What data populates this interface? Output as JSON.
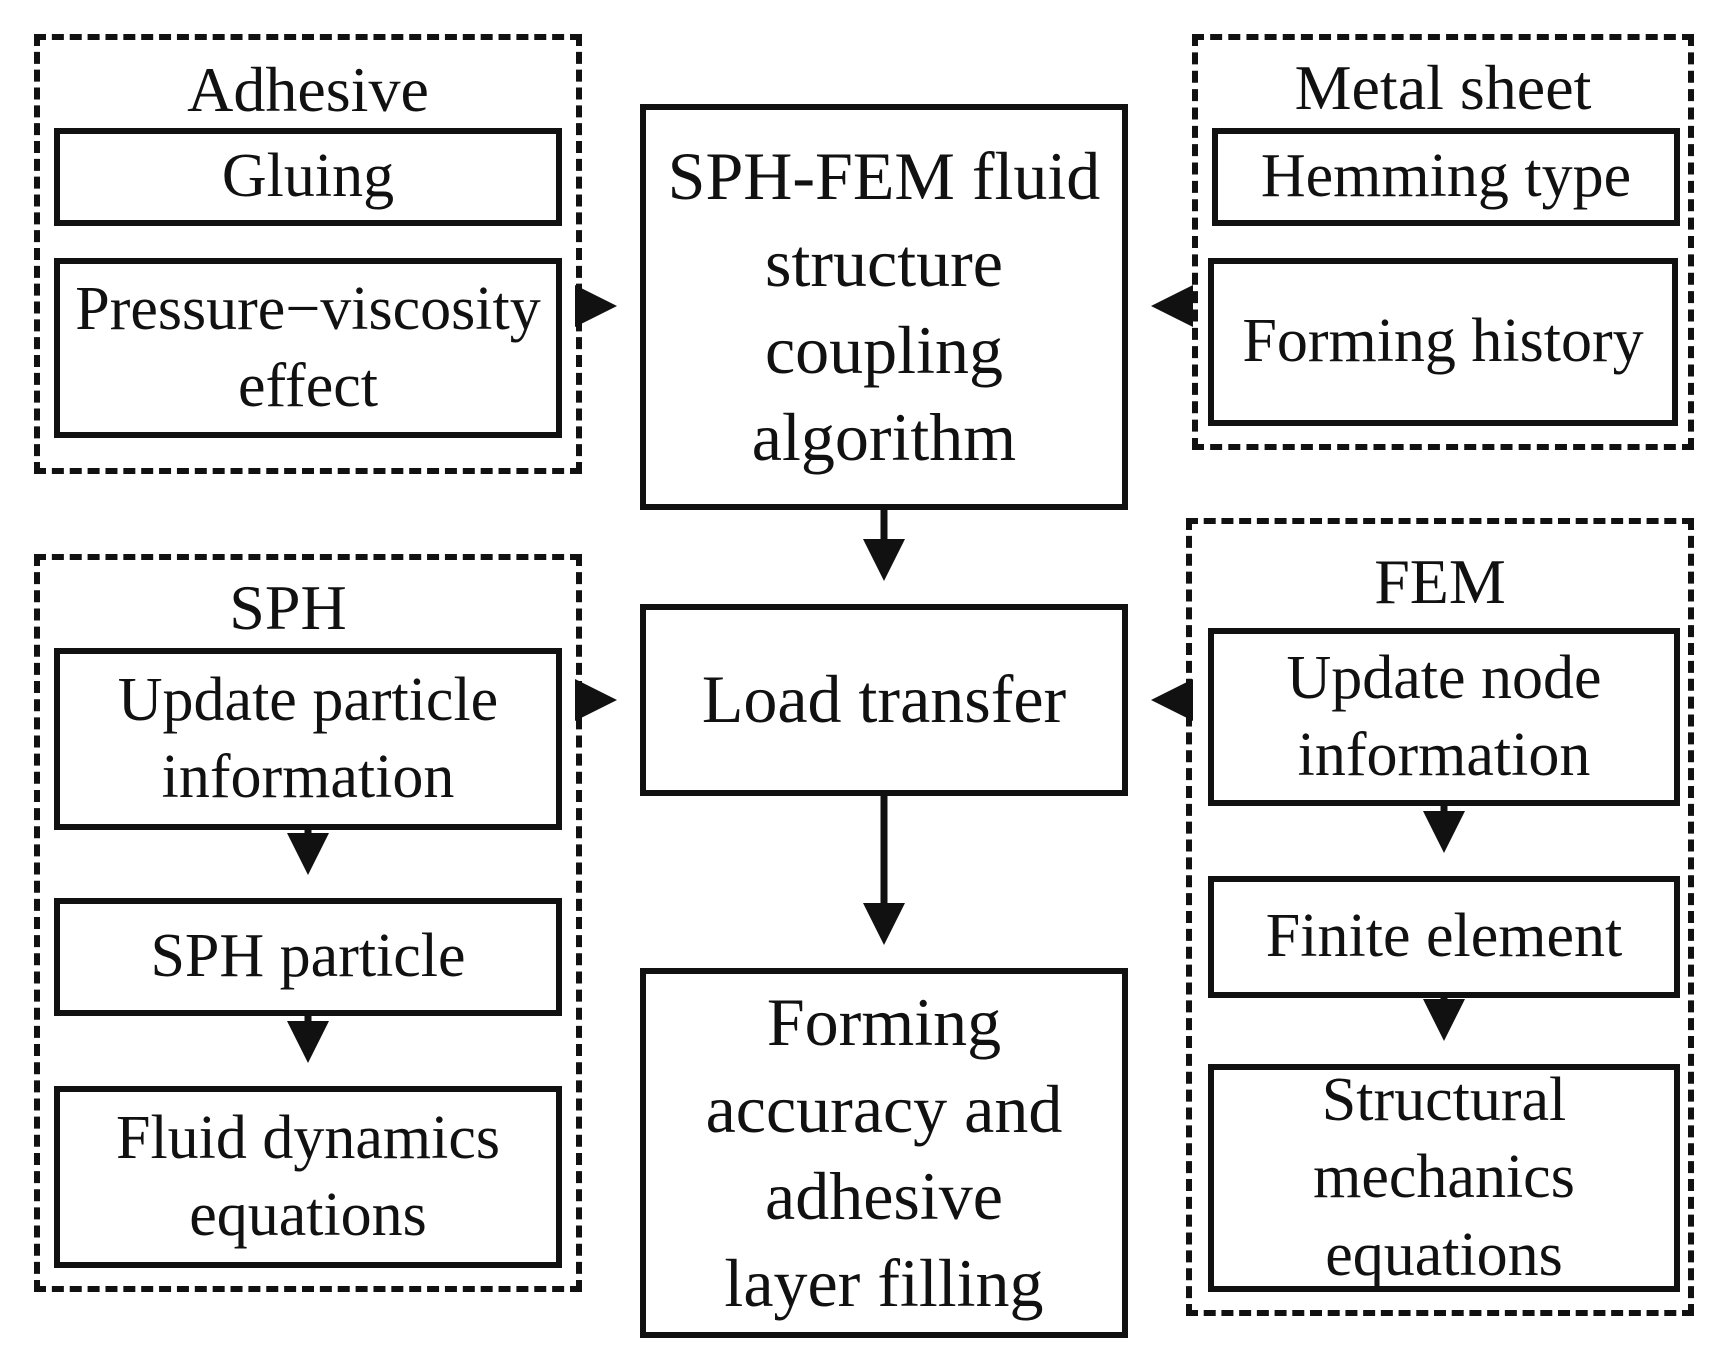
{
  "groups": {
    "adhesive": {
      "title": "Adhesive"
    },
    "metal_sheet": {
      "title": "Metal sheet"
    },
    "sph": {
      "title": "SPH"
    },
    "fem": {
      "title": "FEM"
    }
  },
  "boxes": {
    "gluing": "Gluing",
    "pressure_viscosity": "Pressure−viscosity\neffect",
    "coupling_algorithm": "SPH-FEM fluid\nstructure\ncoupling\nalgorithm",
    "hemming_type": "Hemming type",
    "forming_history": "Forming history",
    "load_transfer": "Load transfer",
    "update_particle": "Update particle\ninformation",
    "sph_particle": "SPH particle",
    "fluid_dynamics": "Fluid dynamics\nequations",
    "forming_accuracy": "Forming\naccuracy and\nadhesive\nlayer filling",
    "update_node": "Update node\ninformation",
    "finite_element": "Finite element",
    "structural_mechanics": "Structural\nmechanics\nequations"
  },
  "colors": {
    "stroke": "#111111",
    "background": "#ffffff"
  }
}
